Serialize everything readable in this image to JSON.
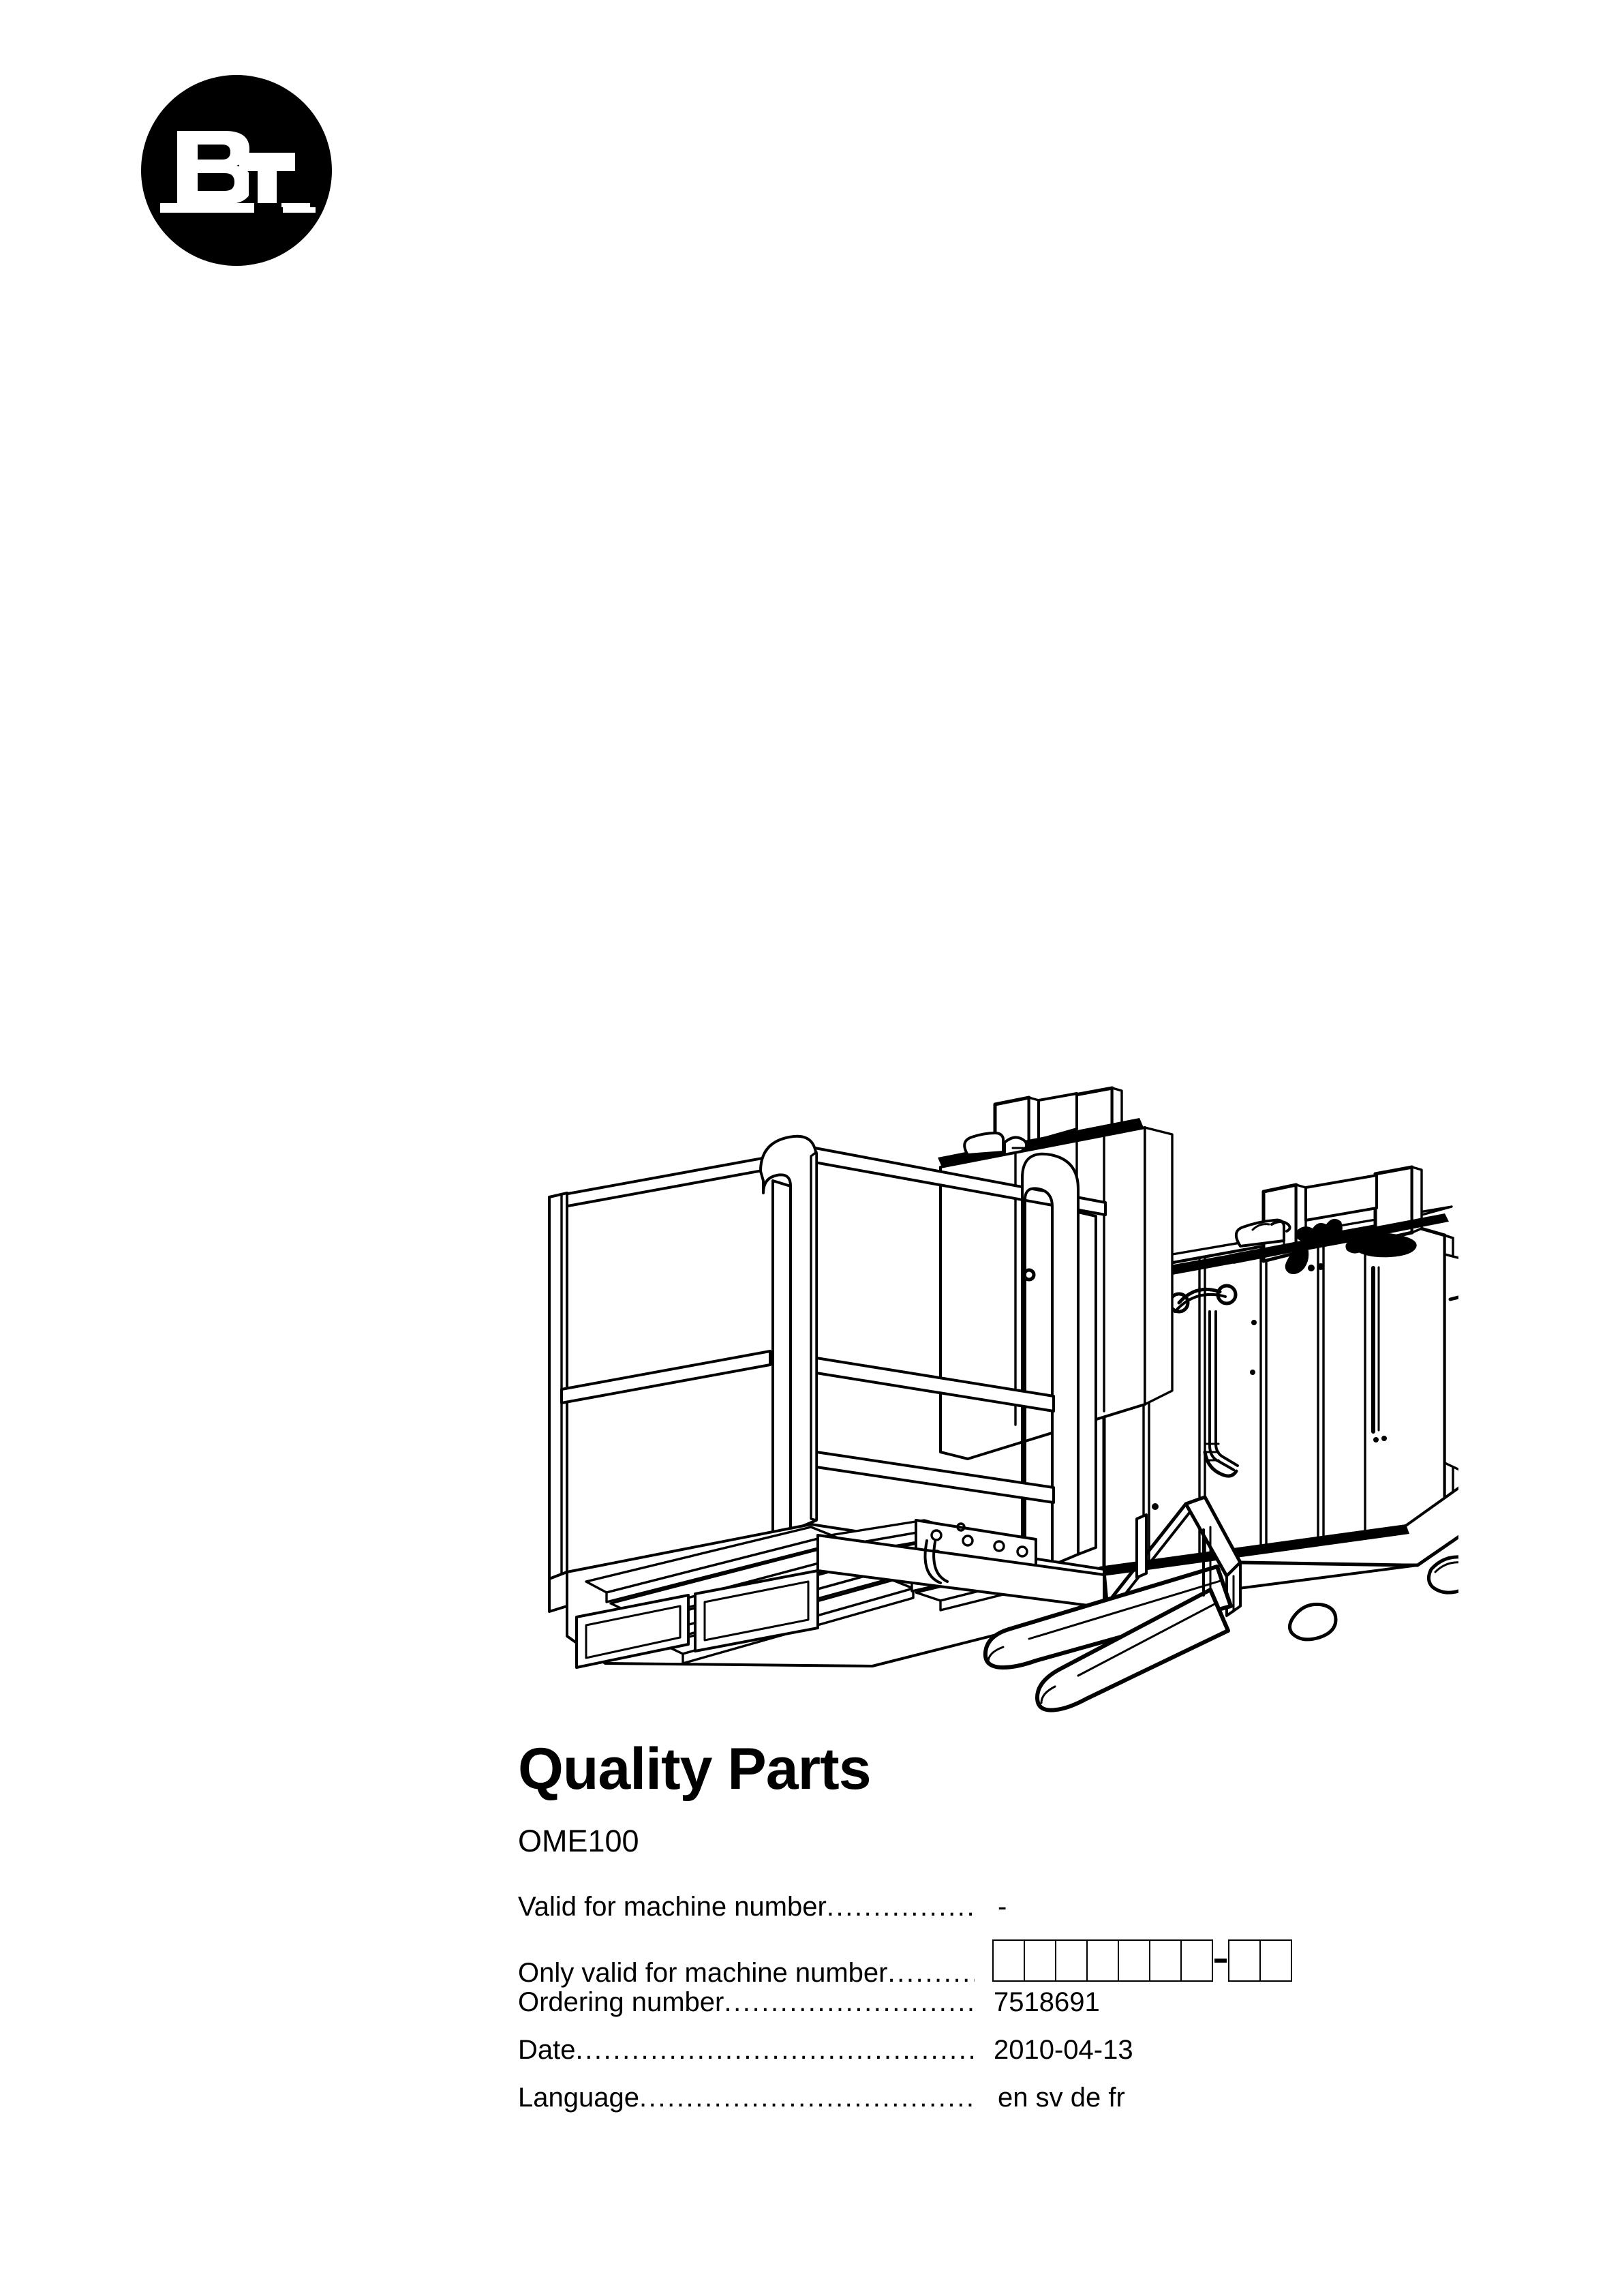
{
  "brand": {
    "logo_name": "bt-logo",
    "logo_letters": "BT",
    "logo_color": "#000000"
  },
  "illustration": {
    "name": "order-picker-truck-line-drawing",
    "alt": "BT OME100 order picker forklift technical line drawing"
  },
  "document": {
    "title": "Quality Parts",
    "model": "OME100"
  },
  "fields": [
    {
      "label": "Valid for machine number",
      "leader": "....................",
      "value": "-",
      "type": "text",
      "name": "valid-for-machine-number"
    },
    {
      "label": "Only valid for machine number",
      "leader": "............",
      "value": "",
      "type": "boxes",
      "boxes_before_dash": 7,
      "boxes_after_dash": 2,
      "name": "only-valid-for-machine-number"
    },
    {
      "label": "Ordering number ",
      "leader": "................................",
      "value": "7518691",
      "type": "text",
      "name": "ordering-number"
    },
    {
      "label": "Date ",
      "leader": "...................................................",
      "value": "2010-04-13",
      "type": "text",
      "name": "date"
    },
    {
      "label": "Language",
      "leader": "..........................................",
      "value": "en sv de fr",
      "type": "text",
      "name": "language"
    }
  ]
}
